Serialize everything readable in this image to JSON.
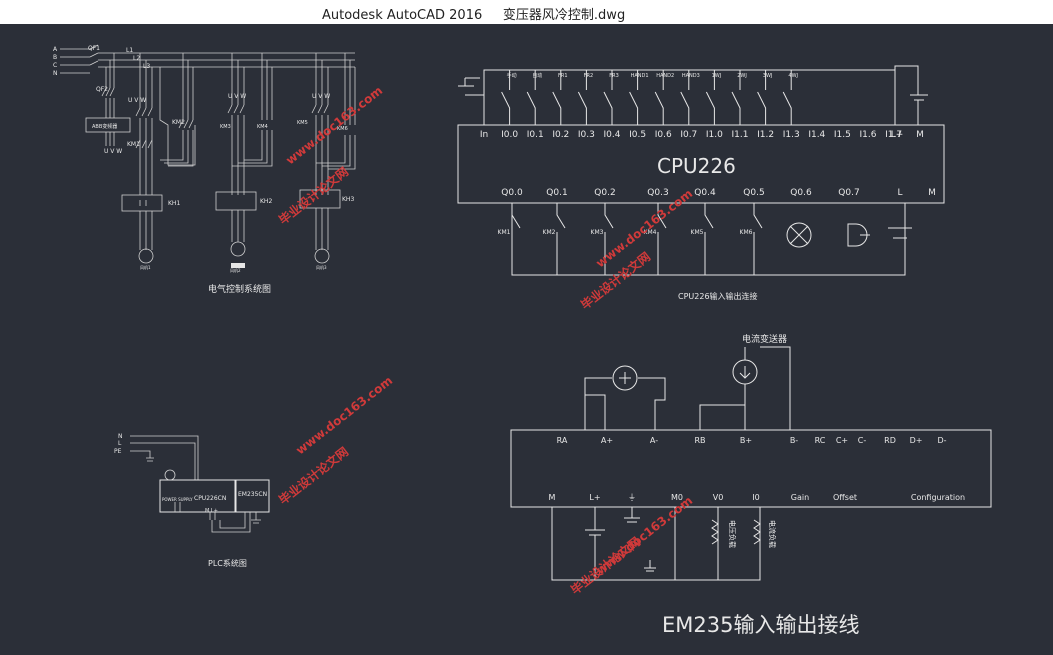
{
  "window": {
    "app_title": "Autodesk AutoCAD 2016",
    "file_name": "变压器风冷控制.dwg"
  },
  "drawing": {
    "electrical": {
      "caption": "电气控制系统图",
      "phase_labels": [
        "A",
        "B",
        "C",
        "N"
      ],
      "line_labels": [
        "L1",
        "L2",
        "L3"
      ],
      "qf1": "QF1",
      "qf2": "QF2",
      "vfd": "ABB变频器",
      "uvw": "U V W",
      "contactors": [
        "KM1",
        "KM2",
        "KM3",
        "KM4",
        "KM5",
        "KM6"
      ],
      "relays": [
        "KH1",
        "KH2",
        "KH3"
      ],
      "motors": [
        "风机1",
        "风机2",
        "风机3"
      ]
    },
    "cpu226": {
      "title": "CPU226",
      "caption": "CPU226输入输出连接",
      "inputs": [
        "In",
        "I0.0",
        "I0.1",
        "I0.2",
        "I0.3",
        "I0.4",
        "I0.5",
        "I0.6",
        "I0.7",
        "I1.0",
        "I1.1",
        "I1.2",
        "I1.3",
        "I1.4",
        "I1.5",
        "I1.6",
        "I1.7",
        "L+",
        "M"
      ],
      "outputs": [
        "Q0.0",
        "Q0.1",
        "Q0.2",
        "Q0.3",
        "Q0.4",
        "Q0.5",
        "Q0.6",
        "Q0.7",
        "L",
        "M"
      ],
      "input_switches": [
        "手动",
        "自动",
        "FR1",
        "FR2",
        "FR3",
        "HAND1",
        "HAND2",
        "HAND3",
        "1WJ",
        "2WJ",
        "3WJ",
        "4WJ"
      ],
      "output_loads": [
        "KM1",
        "KM2",
        "KM3",
        "KM4",
        "KM5",
        "KM6"
      ]
    },
    "plc": {
      "caption": "PLC系统图",
      "supply_labels": [
        "N",
        "L",
        "PE"
      ],
      "cpu_module": "CPU226CN",
      "em_module": "EM235CN",
      "power_label": "POWER SUPPLY",
      "ml": "M L+"
    },
    "em235": {
      "caption": "EM235输入输出接线",
      "transmitter": "电流变送器",
      "top_terminals": [
        "RA",
        "A+",
        "A-",
        "RB",
        "B+",
        "B-",
        "RC",
        "C+",
        "C-",
        "RD",
        "D+",
        "D-"
      ],
      "bottom_terminals": [
        "M",
        "L+",
        "⏚",
        "M0",
        "V0",
        "I0",
        "Gain",
        "Offset",
        "Configuration"
      ],
      "loads": [
        "电压负载",
        "电流负载"
      ]
    },
    "watermarks": [
      {
        "text": "毕业设计论文网"
      },
      {
        "text": "www.doc163.com"
      }
    ]
  }
}
